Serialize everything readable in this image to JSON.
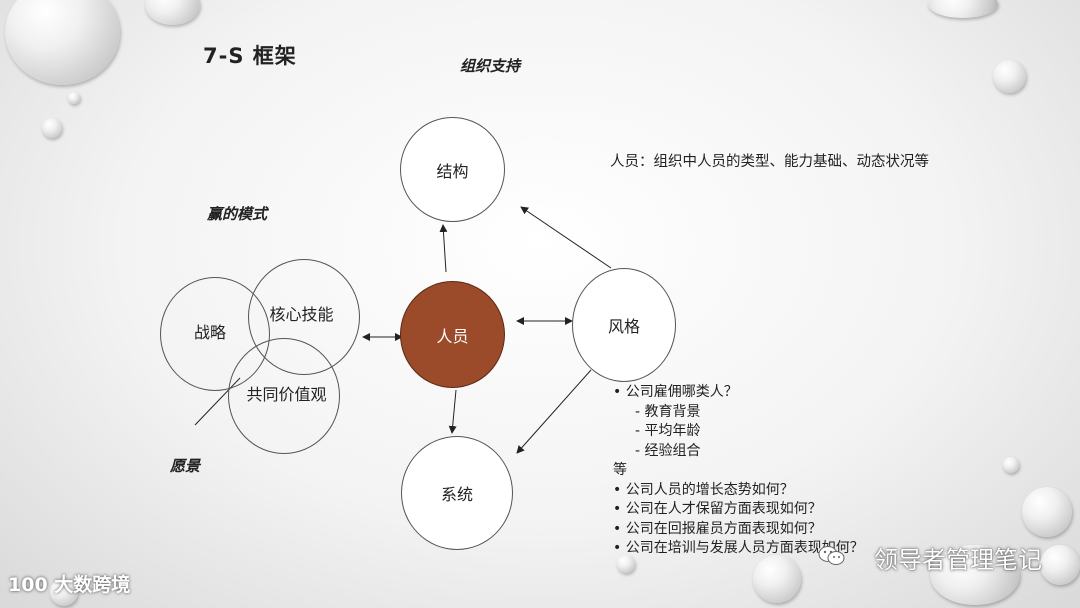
{
  "title": "7-S 框架",
  "labels": {
    "org_support": "组织支持",
    "winning_model": "赢的模式",
    "vision": "愿景"
  },
  "nodes": {
    "structure": "结构",
    "people": "人员",
    "style": "风格",
    "systems": "系统",
    "strategy": "战略",
    "core_skills": "核心技能",
    "shared_values": "共同价值观"
  },
  "description": "人员：组织中人员的类型、能力基础、动态状况等",
  "bullets": {
    "q1": "• 公司雇佣哪类人？",
    "sub1": "- 教育背景",
    "sub2": "- 平均年龄",
    "sub3": "- 经验组合",
    "etc": "等",
    "q2": "• 公司人员的增长态势如何？",
    "q3": "• 公司在人才保留方面表现如何？",
    "q4": "• 公司在回报雇员方面表现如何？",
    "q5": "• 公司在培训与发展人员方面表现如何？"
  },
  "watermark": "领导者管理笔记",
  "logo": "100 大数跨境",
  "colors": {
    "people_fill": "#9b4a2a",
    "line": "#222222"
  }
}
